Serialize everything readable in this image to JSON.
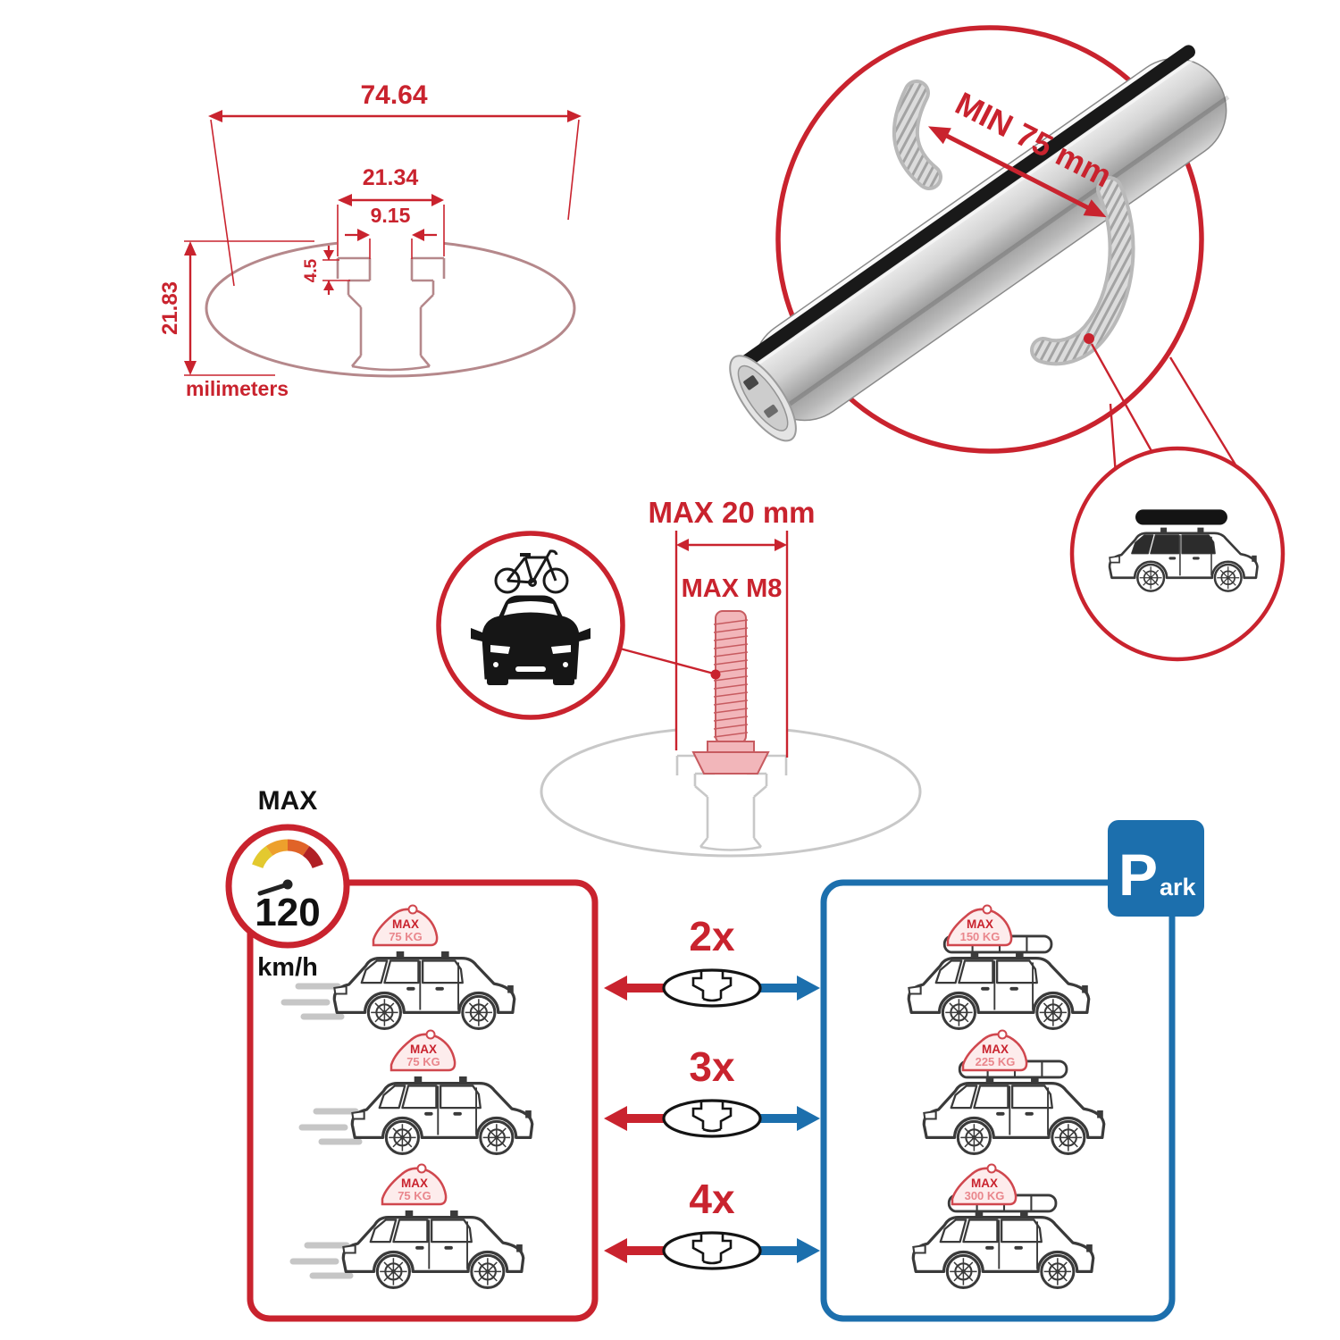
{
  "colors": {
    "red": "#c9232e",
    "blue": "#1c6fad",
    "profile_muted": "#b5888b",
    "profile_gray": "#c8c8c8"
  },
  "cross_section": {
    "total_width": "74.64",
    "slot_outer_width": "21.34",
    "slot_opening": "9.15",
    "lip_depth": "4.5",
    "total_height": "21.83",
    "units_label": "milimeters"
  },
  "bar_detail": {
    "min_clamp_span": "MIN 75 mm"
  },
  "bolt_detail": {
    "max_slot_width": "MAX 20 mm",
    "max_bolt_thread": "MAX M8"
  },
  "speed_limit": {
    "label": "MAX",
    "value": "120",
    "unit": "km/h"
  },
  "comparison": {
    "multipliers": [
      {
        "label": "2x"
      },
      {
        "label": "3x"
      },
      {
        "label": "4x"
      }
    ],
    "driving_cars": [
      {
        "tag_line1": "MAX",
        "tag_line2": "75 KG"
      },
      {
        "tag_line1": "MAX",
        "tag_line2": "75 KG"
      },
      {
        "tag_line1": "MAX",
        "tag_line2": "75 KG"
      }
    ],
    "parked_cars": [
      {
        "tag_line1": "MAX",
        "tag_line2": "150 KG"
      },
      {
        "tag_line1": "MAX",
        "tag_line2": "225 KG"
      },
      {
        "tag_line1": "MAX",
        "tag_line2": "300 KG"
      }
    ],
    "park_sign": {
      "letter": "P",
      "suffix": "ark"
    }
  }
}
